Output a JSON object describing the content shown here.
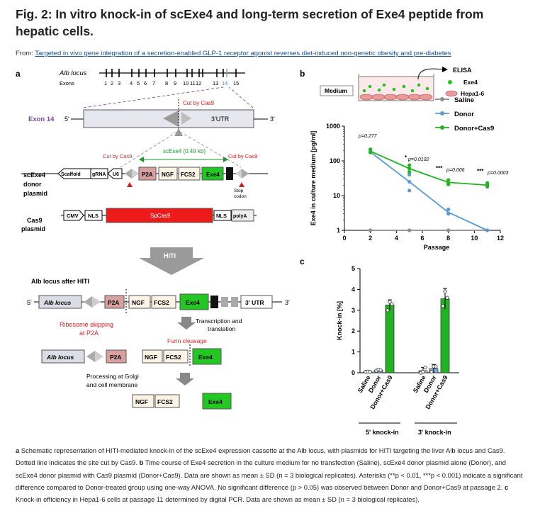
{
  "header": {
    "title": "Fig. 2: In vitro knock-in of scExe4 and long-term secretion of Exe4 peptide from hepatic cells.",
    "from_label": "From:",
    "from_link": "Targeted in vivo gene integration of a secretion-enabled GLP-1 receptor agonist reverses diet-induced non-genetic obesity and pre-diabetes"
  },
  "panel_a": {
    "label": "a",
    "alb_locus": "Alb locus",
    "exons_label": "Exons",
    "exon_numbers": [
      "1",
      "2",
      "3",
      "4",
      "5",
      "6",
      "7",
      "8",
      "9",
      "10",
      "11",
      "12",
      "13",
      "14",
      "15"
    ],
    "exon14": "Exon 14",
    "five_prime": "5'",
    "three_prime": "3'",
    "utr": "3'UTR",
    "cut_by_cas9": "Cut by Cas9",
    "scexe4_size": "scExe4 (0.49 kb)",
    "plasmid1_name": [
      "scExe4",
      "donor",
      "plasmid"
    ],
    "plasmid1_parts": [
      "Scaffold",
      "gRNA",
      "U6",
      "P2A",
      "NGF",
      "FCS2",
      "Exe4"
    ],
    "stop_codon": [
      "Stop",
      "codon"
    ],
    "plasmid2_name": [
      "Cas9",
      "plasmid"
    ],
    "plasmid2_parts": [
      "CMV",
      "NLS",
      "SpCas9",
      "NLS",
      "polyA"
    ],
    "hiti": "HITI",
    "after_hiti": "Alb locus after HITI",
    "after_parts": [
      "Alb locus",
      "P2A",
      "NGF",
      "FCS2",
      "Exe4",
      "3' UTR"
    ],
    "ribosome": [
      "Ribosome skipping",
      "at P2A"
    ],
    "transcription": [
      "Transcription and",
      "translation"
    ],
    "furin": "Furin cleavage",
    "processing": [
      "Processing at Golgi",
      "and cell membrane"
    ]
  },
  "panel_b": {
    "label": "b",
    "medium": "Medium",
    "elisa": "ELISA",
    "exe4": "Exe4",
    "hepa": "Hepa1-6",
    "pvals": [
      "p=0.277",
      "p=0.0102",
      "p=0.006",
      "p=0.0003"
    ],
    "stars": [
      "*",
      "***",
      "***"
    ]
  },
  "panel_c": {
    "label": "c",
    "group_labels": [
      "5' knock-in",
      "3' knock-in"
    ]
  },
  "chart_data": [
    {
      "type": "line",
      "xlabel": "Passage",
      "ylabel": "Exe4 in culture medium [pg/ml]",
      "yscale": "log",
      "xlim": [
        0,
        12
      ],
      "ylim": [
        1,
        1000
      ],
      "xticks": [
        "0",
        "2",
        "4",
        "6",
        "8",
        "10",
        "12"
      ],
      "yticks": [
        "1",
        "10",
        "100",
        "1000"
      ],
      "legend_position": "top-right",
      "series": [
        {
          "name": "Saline",
          "color": "#8c8c8c",
          "x": [
            2,
            5,
            8,
            11
          ],
          "y": [
            1,
            1,
            1,
            1
          ],
          "points": [
            [
              2,
              1
            ],
            [
              5,
              1
            ],
            [
              8,
              1
            ],
            [
              11,
              1
            ]
          ]
        },
        {
          "name": "Donor",
          "color": "#5b9bd5",
          "x": [
            2,
            5,
            8,
            11
          ],
          "y": [
            180,
            25,
            3.3,
            1
          ],
          "points": [
            [
              2,
              195
            ],
            [
              2,
              175
            ],
            [
              5,
              40
            ],
            [
              5,
              25
            ],
            [
              5,
              14
            ],
            [
              8,
              4
            ],
            [
              8,
              3
            ],
            [
              11,
              1
            ]
          ]
        },
        {
          "name": "Donor+Cas9",
          "color": "#22b322",
          "x": [
            2,
            5,
            8,
            11
          ],
          "y": [
            190,
            60,
            24,
            20
          ],
          "points": [
            [
              2,
              215
            ],
            [
              2,
              175
            ],
            [
              5,
              75
            ],
            [
              5,
              60
            ],
            [
              5,
              48
            ],
            [
              8,
              28
            ],
            [
              8,
              23
            ],
            [
              8,
              21
            ],
            [
              11,
              23
            ],
            [
              11,
              20
            ],
            [
              11,
              18
            ]
          ]
        }
      ]
    },
    {
      "type": "bar",
      "ylabel": "Knock-in [%]",
      "ylim": [
        0,
        5
      ],
      "yticks": [
        "0",
        "1",
        "2",
        "3",
        "4",
        "5"
      ],
      "categories": [
        "Saline",
        "Donor",
        "Donor+Cas9",
        "Saline",
        "Donor",
        "Donor+Cas9"
      ],
      "values": [
        0.05,
        0.12,
        3.25,
        0.1,
        0.2,
        3.55
      ],
      "errors": [
        0.02,
        0.05,
        0.25,
        0.15,
        0.2,
        0.5
      ],
      "colors": [
        "#bfbfbf",
        "#7bb0e0",
        "#22b322",
        "#bfbfbf",
        "#7bb0e0",
        "#22b322"
      ],
      "points": [
        [
          0.05,
          0.06,
          0.05
        ],
        [
          0.1,
          0.15,
          0.12
        ],
        [
          3.0,
          3.4,
          3.3
        ],
        [
          0.0,
          0.05,
          0.25
        ],
        [
          0.05,
          0.3,
          0.3
        ],
        [
          3.2,
          3.9,
          3.6
        ]
      ]
    }
  ],
  "caption": {
    "a_label": "a",
    "a_text": " Schematic representation of HITI-mediated knock-in of the scExe4 expression cassette at the Alb locus, with plasmids for HITI targeting the liver Alb locus and Cas9. Dotted line indicates the site cut by Cas9. ",
    "b_label": "b",
    "b_text": " Time course of Exe4 secretion in the culture medium for no transfection (Saline), scExe4 donor plasmid alone (Donor), and scExe4 donor plasmid with Cas9 plasmid (Donor+Cas9). Data are shown as mean ± SD (n = 3 biological replicates). Asterisks (**p < 0.01, ***p < 0.001) indicate a significant difference compared to Donor-treated group using one-way ANOVA. No significant difference (p > 0.05) was observed between Donor and Donor+Cas9 at passage 2. ",
    "c_label": "c",
    "c_text": " Knock-in efficiency in Hepa1-6 cells at passage 11 determined by digital PCR. Data are shown as mean ± SD (n = 3 biological replicates)."
  }
}
